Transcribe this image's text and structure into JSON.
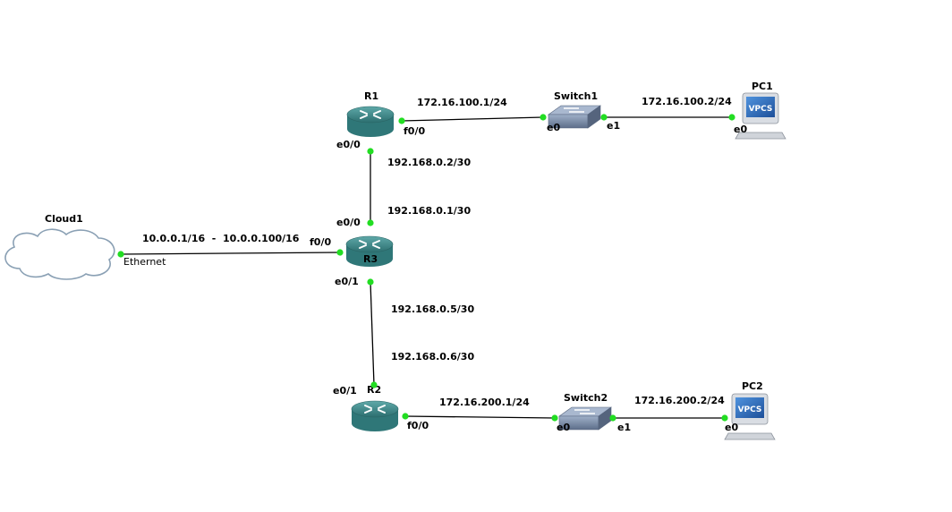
{
  "colors": {
    "link": "#000000",
    "port_dot": "#22dd22",
    "router_body": "#3f8f8f",
    "router_top": "#7cc0c0",
    "switch_body": "#7b8aa3",
    "cloud_stroke": "#8aa0b4",
    "pc_screen": "#2a6fbf"
  },
  "nodes": {
    "r1": {
      "name": "R1",
      "icon": "router-icon"
    },
    "r2": {
      "name": "R2",
      "icon": "router-icon"
    },
    "r3": {
      "name": "R3",
      "icon": "router-icon"
    },
    "switch1": {
      "name": "Switch1",
      "icon": "switch-icon"
    },
    "switch2": {
      "name": "Switch2",
      "icon": "switch-icon"
    },
    "pc1": {
      "name": "PC1",
      "icon": "pc-icon",
      "screen_text": "VPCS"
    },
    "pc2": {
      "name": "PC2",
      "icon": "pc-icon",
      "screen_text": "VPCS"
    },
    "cloud1": {
      "name": "Cloud1",
      "icon": "cloud-icon"
    }
  },
  "ports": {
    "r1_f00": "f0/0",
    "r1_e00": "e0/0",
    "r3_e00": "e0/0",
    "r3_f00": "f0/0",
    "r3_e01": "e0/1",
    "r2_e01": "e0/1",
    "r2_f00": "f0/0",
    "sw1_e0": "e0",
    "sw1_e1": "e1",
    "sw2_e0": "e0",
    "sw2_e1": "e1",
    "pc1_e0": "e0",
    "pc2_e0": "e0",
    "cloud_eth": "Ethernet"
  },
  "addresses": {
    "r1_f00": "172.16.100.1/24",
    "pc1": "172.16.100.2/24",
    "r1_e00": "192.168.0.2/30",
    "r3_e00": "192.168.0.1/30",
    "cloud_link": "10.0.0.1/16  -  10.0.0.100/16",
    "r3_e01": "192.168.0.5/30",
    "r2_e01": "192.168.0.6/30",
    "r2_f00": "172.16.200.1/24",
    "pc2": "172.16.200.2/24"
  }
}
